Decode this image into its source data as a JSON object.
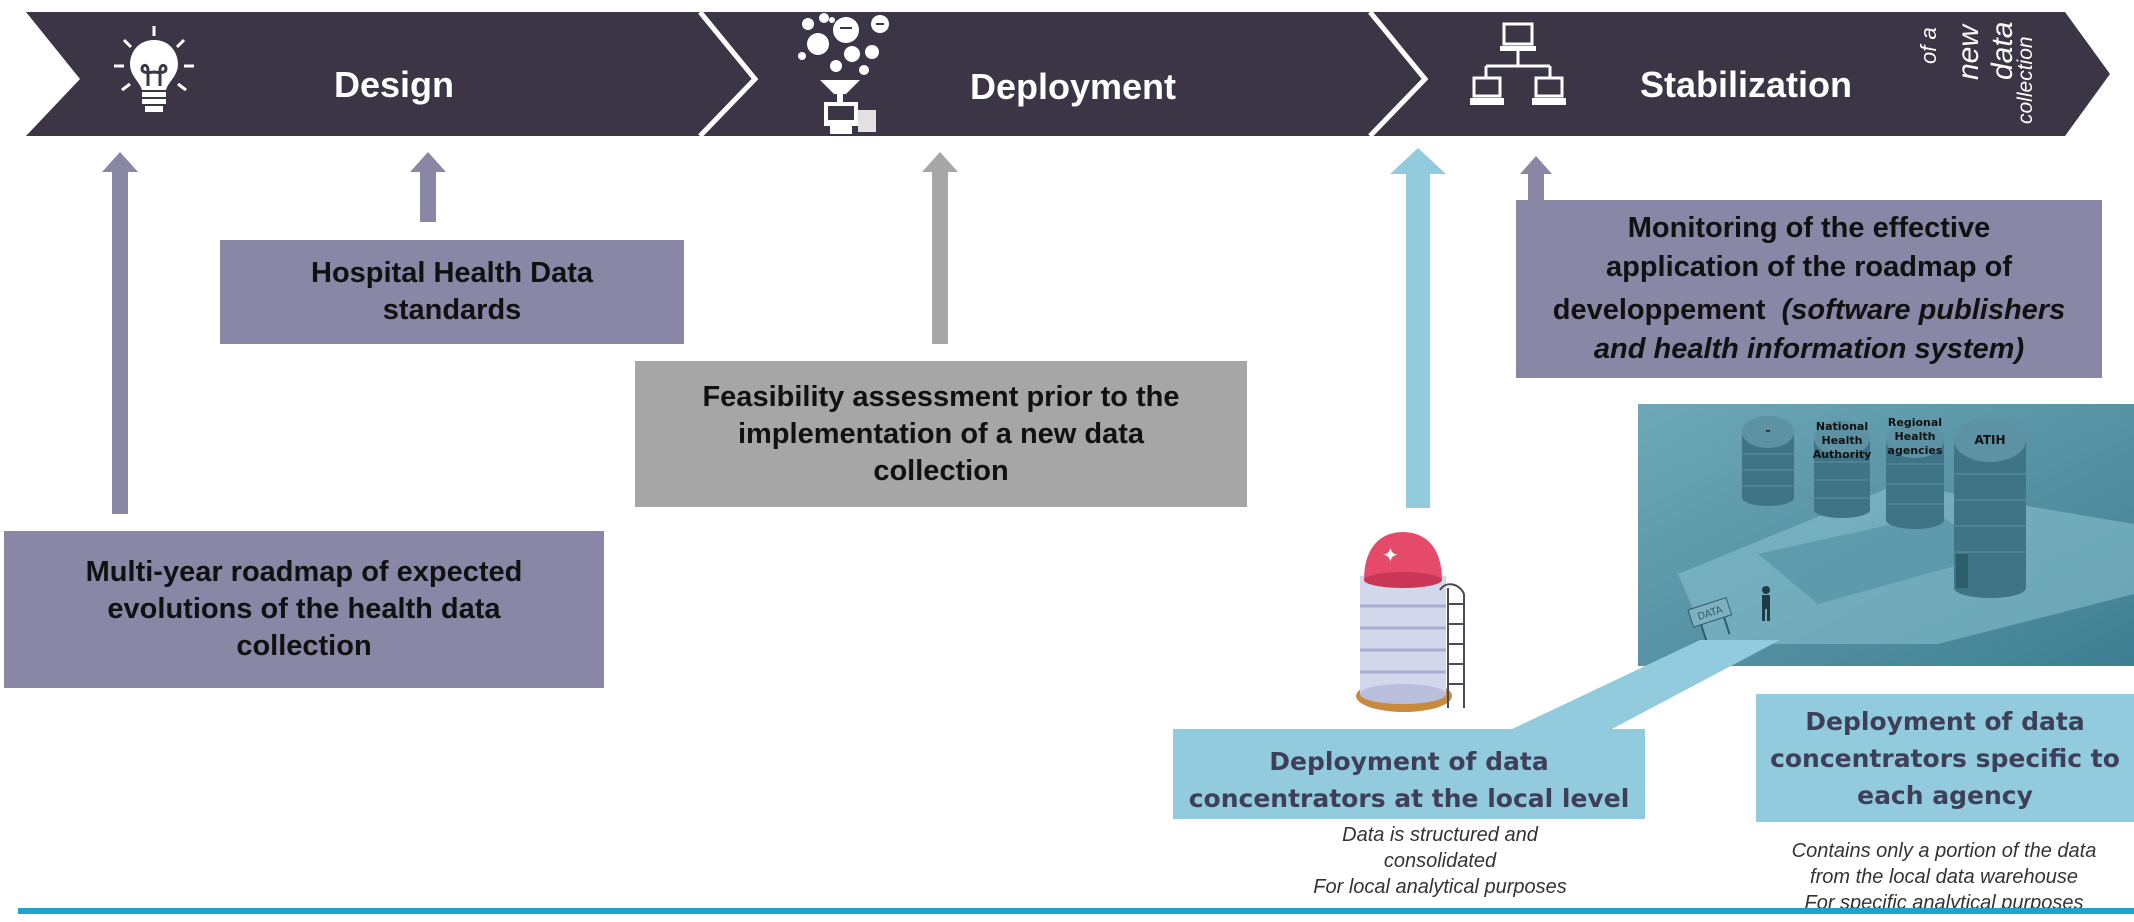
{
  "stages": [
    {
      "label": "Design",
      "icon": "lightbulb-icon"
    },
    {
      "label": "Deployment",
      "icon": "data-funnel-icon"
    },
    {
      "label": "Stabilization",
      "icon": "network-computers-icon"
    }
  ],
  "stabilization_note": [
    "of a",
    "new",
    "data",
    "collection"
  ],
  "boxes": {
    "hospital_standards": [
      "Hospital Health Data",
      "standards"
    ],
    "roadmap": [
      "Multi-year roadmap of expected",
      "evolutions of the health data",
      "collection"
    ],
    "feasibility": [
      "Feasibility assessment prior to the",
      "implementation of a new data",
      "collection"
    ],
    "monitoring": [
      "Monitoring of the effective",
      "application of the roadmap of",
      "developpement"
    ],
    "monitoring_italic": [
      "(software publishers",
      "and health information system)"
    ],
    "local_concentrators": [
      "Deployment of data",
      "concentrators at the local level"
    ],
    "agency_concentrators": [
      "Deployment of data",
      "concentrators specific to",
      "each agency"
    ]
  },
  "notes": {
    "local": [
      "Data is structured and",
      "consolidated",
      "For local analytical purposes"
    ],
    "agency": [
      "Contains only a portion of the data",
      "from the local data warehouse",
      "For specific analytical purposes"
    ]
  },
  "warehouse_labels": [
    "–",
    "National",
    "Health",
    "Authority",
    "Regional",
    "Health",
    "agencies",
    "ATIH",
    "DATA"
  ],
  "colors": {
    "chevron": "#3b3546",
    "purple_box": "#8a86a6",
    "grey_box": "#a6a6a6",
    "teal_box": "#92cbde",
    "bottom_line": "#1fa3c9",
    "database_top": "#e64a6a"
  }
}
